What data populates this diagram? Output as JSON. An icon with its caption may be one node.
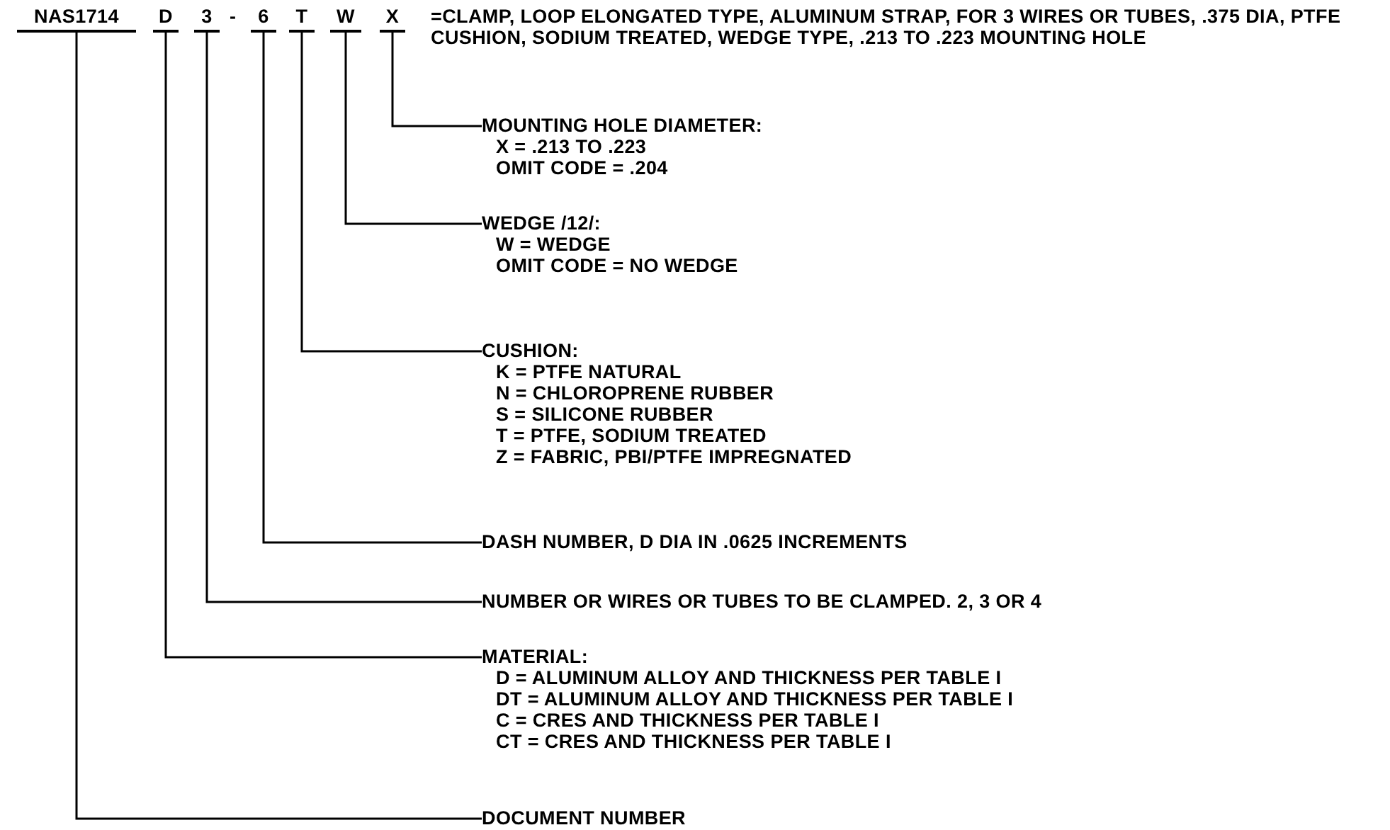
{
  "diagram": {
    "nodes": [
      {
        "text": [
          "NAS1714"
        ]
      },
      {
        "text": [
          "D"
        ]
      },
      {
        "text": [
          "3"
        ]
      },
      {
        "text": [
          "6"
        ]
      },
      {
        "text": [
          "T"
        ]
      },
      {
        "text": [
          "W"
        ]
      },
      {
        "text": [
          "X"
        ]
      },
      {
        "text": [
          "MOUNTING HOLE DIAMETER:",
          "X = .213 TO .223",
          "OMIT CODE = .204"
        ]
      },
      {
        "text": [
          "WEDGE /12/:",
          "W = WEDGE",
          "OMIT CODE = NO WEDGE"
        ]
      },
      {
        "text": [
          "CUSHION:",
          "K = PTFE NATURAL",
          "N = CHLOROPRENE RUBBER",
          "S = SILICONE RUBBER",
          "T = PTFE, SODIUM TREATED",
          "Z = FABRIC, PBI/PTFE IMPREGNATED"
        ]
      },
      {
        "text": [
          "DASH NUMBER, D DIA IN .0625 INCREMENTS"
        ]
      },
      {
        "text": [
          "NUMBER OR WIRES OR TUBES TO BE CLAMPED. 2, 3 OR 4"
        ]
      },
      {
        "text": [
          "MATERIAL:",
          "D = ALUMINUM ALLOY AND THICKNESS PER TABLE I",
          "DT = ALUMINUM ALLOY AND THICKNESS PER TABLE I",
          "C = CRES AND THICKNESS PER TABLE I",
          "CT = CRES AND THICKNESS PER TABLE I"
        ]
      },
      {
        "text": [
          "DOCUMENT NUMBER"
        ]
      }
    ],
    "edges": [
      {
        "from": 6,
        "to": 7,
        "arrow": "none"
      },
      {
        "from": 5,
        "to": 8,
        "arrow": "none"
      },
      {
        "from": 4,
        "to": 9,
        "arrow": "none"
      },
      {
        "from": 3,
        "to": 10,
        "arrow": "none"
      },
      {
        "from": 2,
        "to": 11,
        "arrow": "none"
      },
      {
        "from": 1,
        "to": 12,
        "arrow": "none"
      },
      {
        "from": 0,
        "to": 13,
        "arrow": "none"
      }
    ],
    "labels": [
      "-",
      "=CLAMP, LOOP ELONGATED TYPE, ALUMINUM STRAP, FOR 3 WIRES OR TUBES, .375 DIA, PTFE CUSHION, SODIUM TREATED, WEDGE TYPE, .213 TO .223 MOUNTING HOLE"
    ]
  }
}
